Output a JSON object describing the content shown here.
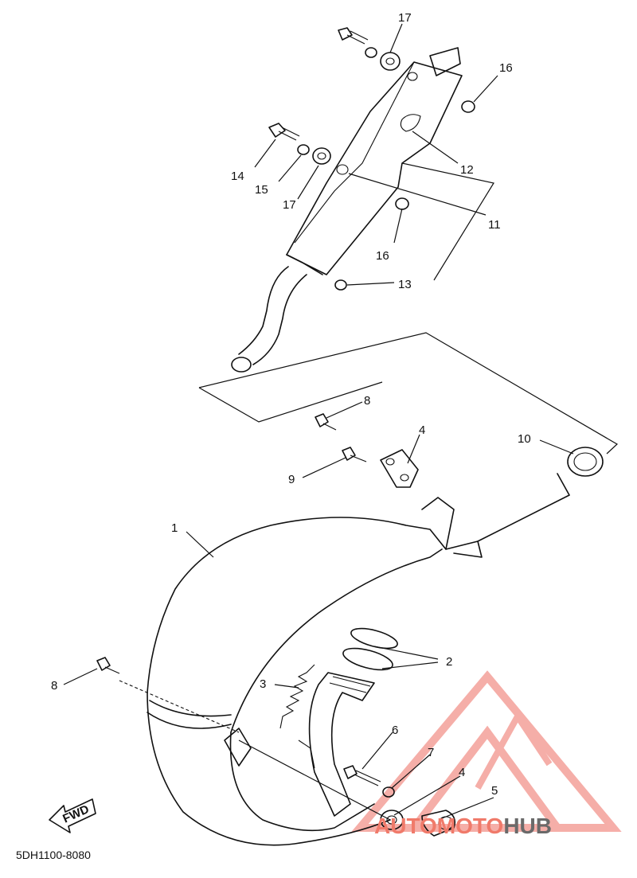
{
  "diagram_code": "5DH1100-8080",
  "fwd_label": "FWD",
  "watermark": {
    "part1": "AUTO",
    "part2": "MOTO",
    "part3": "HUB"
  },
  "colors": {
    "line": "#111111",
    "watermark_red": "#f07a6a",
    "watermark_grey": "#6a6a6a",
    "logo_red": "#f4a09a"
  },
  "callouts": {
    "c1": "1",
    "c2": "2",
    "c3": "3",
    "c4a": "4",
    "c4b": "4",
    "c5": "5",
    "c6": "6",
    "c7": "7",
    "c8a": "8",
    "c8b": "8",
    "c9": "9",
    "c10": "10",
    "c11": "11",
    "c12": "12",
    "c13": "13",
    "c14": "14",
    "c15": "15",
    "c16a": "16",
    "c16b": "16",
    "c17a": "17",
    "c17b": "17"
  }
}
